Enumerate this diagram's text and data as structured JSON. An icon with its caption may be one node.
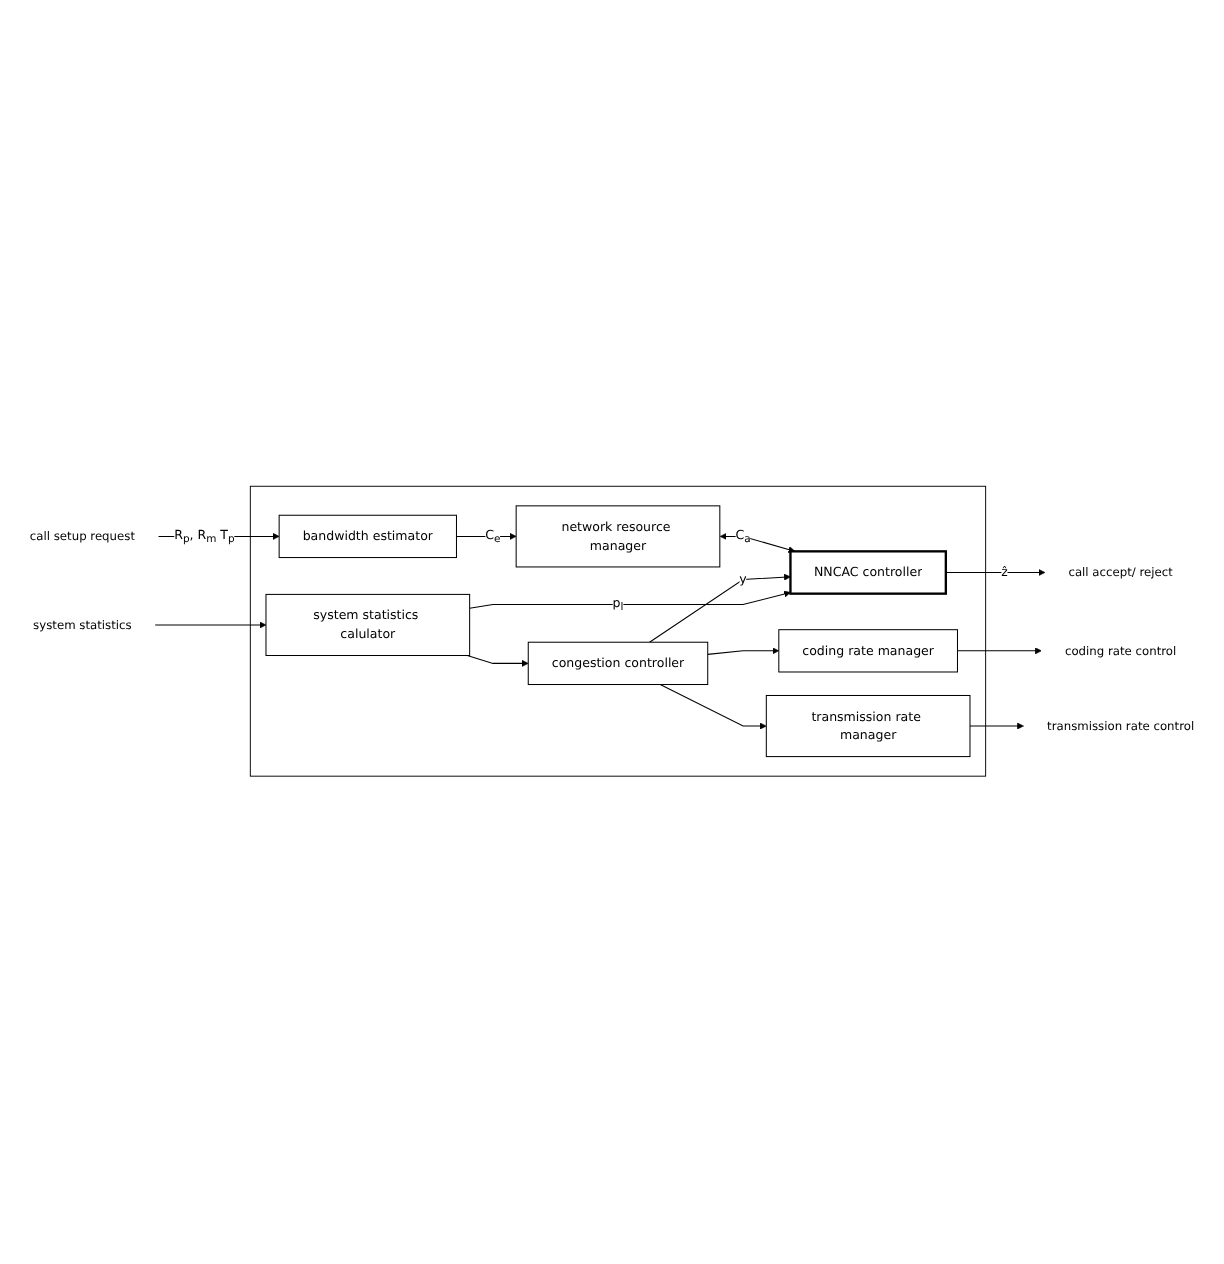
{
  "diagram": {
    "nodes": [
      {
        "text": [],
        "shape": "box"
      },
      {
        "text": [
          "call setup request"
        ]
      },
      {
        "text": [
          "bandwidth estimator"
        ],
        "in": 0
      },
      {
        "text": [
          "network resource manager"
        ],
        "in": 0
      },
      {
        "text": [
          "NNCAC controller"
        ],
        "in": 0
      },
      {
        "text": [
          "coding rate manager"
        ],
        "in": 0
      },
      {
        "text": [
          "transmission rate manager"
        ],
        "in": 0
      },
      {
        "text": [
          "congestion controller"
        ],
        "in": 0
      },
      {
        "text": [
          "system statistics calulator"
        ],
        "in": 0
      },
      {
        "text": [
          "call accept/ reject"
        ]
      },
      {
        "text": [
          "coding rate control"
        ]
      },
      {
        "text": [
          "transmission rate control"
        ]
      },
      {
        "text": [
          "system statistics"
        ]
      }
    ],
    "edges": [
      {
        "from": 1,
        "to": 2,
        "arrow": "to",
        "label": "R$_{p}$, R$_{m}$ T$_{p}$"
      },
      {
        "from": 2,
        "to": 3,
        "arrow": "to",
        "label": "C$_{e}$"
      },
      {
        "from": 3,
        "to": 4,
        "arrow": "both",
        "label": "C$_{a}$"
      },
      {
        "from": 4,
        "to": 9,
        "arrow": "to",
        "label": "ẑ"
      },
      {
        "from": 5,
        "to": 10,
        "arrow": "to"
      },
      {
        "from": 6,
        "to": 11,
        "arrow": "to"
      },
      {
        "from": 7,
        "to": 4,
        "arrow": "to",
        "label": "y"
      },
      {
        "from": 7,
        "to": 5,
        "arrow": "to"
      },
      {
        "from": 7,
        "to": 6,
        "arrow": "to"
      },
      {
        "from": 8,
        "to": 7,
        "arrow": "to"
      },
      {
        "from": 8,
        "to": 4,
        "arrow": "to",
        "label": "p$_{l}$"
      },
      {
        "from": 12,
        "to": 8,
        "arrow": "to"
      }
    ]
  }
}
